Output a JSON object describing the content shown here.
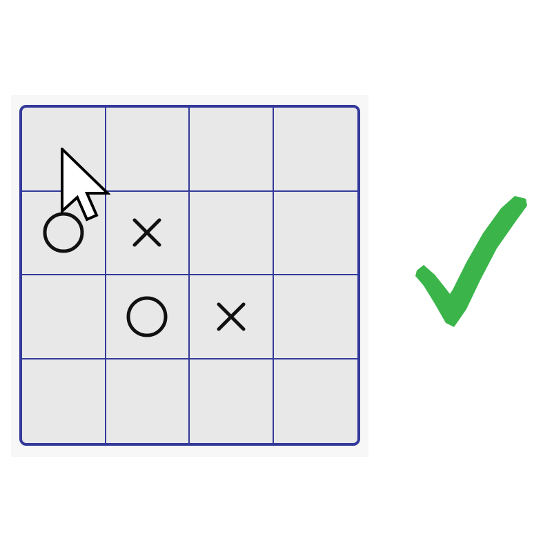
{
  "board": {
    "rows": 4,
    "cols": 4,
    "cells": [
      [
        "",
        "",
        "",
        ""
      ],
      [
        "O",
        "X",
        "",
        ""
      ],
      [
        "",
        "O",
        "X",
        ""
      ],
      [
        "",
        "",
        "",
        ""
      ]
    ]
  },
  "cursor": {
    "icon": "mouse-pointer-icon",
    "cell": [
      0,
      0
    ]
  },
  "status": {
    "icon": "checkmark-icon",
    "color": "#3bb54a"
  },
  "colors": {
    "grid_line": "#33399a",
    "cell_fill": "#e8e8e8",
    "mark": "#111111"
  }
}
